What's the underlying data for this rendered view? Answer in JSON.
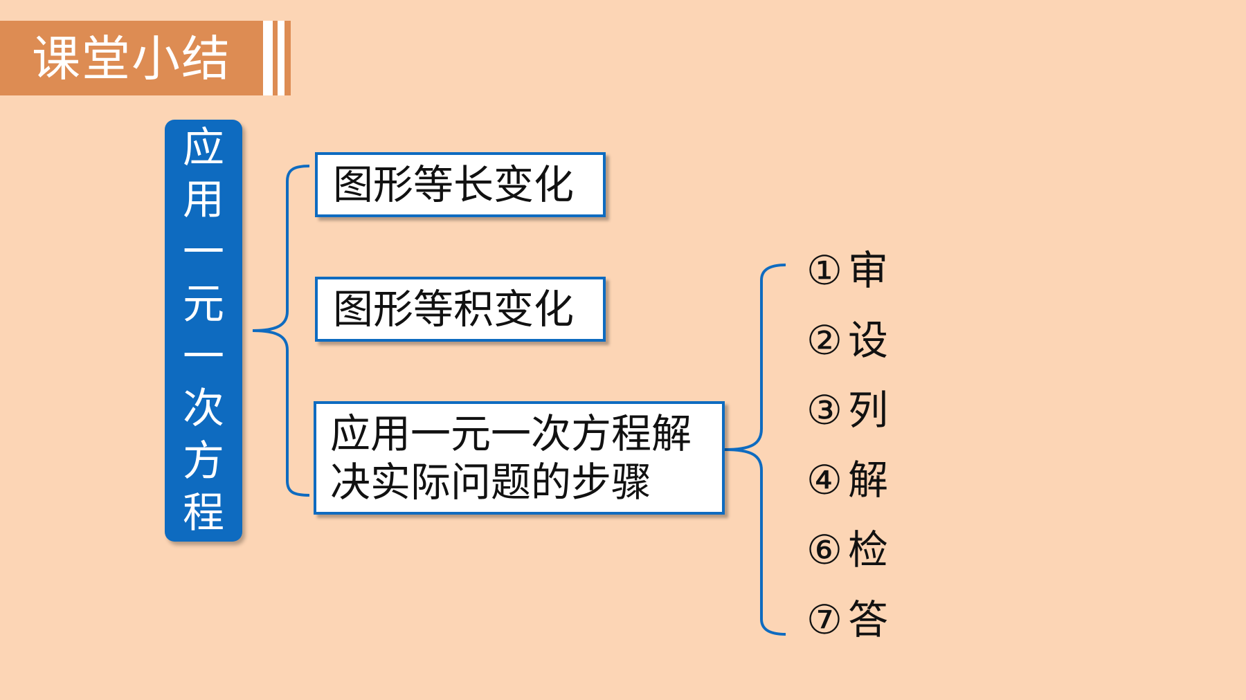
{
  "header": {
    "title": "课堂小结"
  },
  "main_topic": {
    "chars": [
      "应",
      "用",
      "一",
      "元",
      "一",
      "次",
      "方",
      "程"
    ]
  },
  "branches": [
    {
      "label": "图形等长变化"
    },
    {
      "label": "图形等积变化"
    },
    {
      "lines": [
        "应用一元一次方程解",
        "决实际问题的步骤"
      ]
    }
  ],
  "steps": [
    {
      "num": "①",
      "label": "审"
    },
    {
      "num": "②",
      "label": "设"
    },
    {
      "num": "③",
      "label": "列"
    },
    {
      "num": "④",
      "label": "解"
    },
    {
      "num": "⑥",
      "label": "检"
    },
    {
      "num": "⑦",
      "label": "答"
    }
  ],
  "colors": {
    "background": "#fcd5b5",
    "header": "#dd8c53",
    "accent_blue": "#0e6bc0"
  }
}
